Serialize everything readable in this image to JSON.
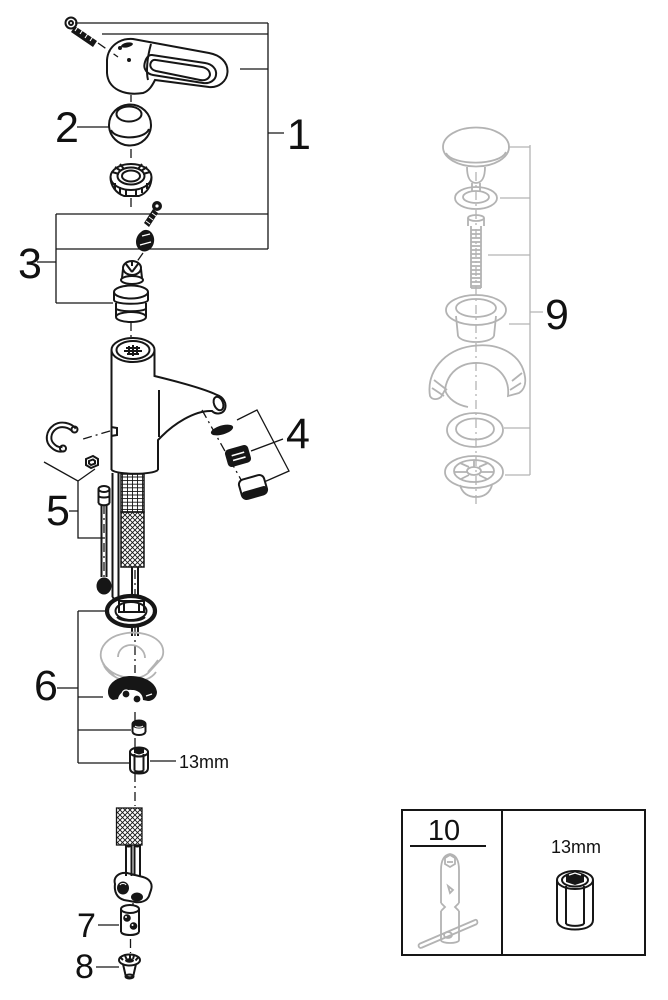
{
  "diagram": {
    "kind": "exploded-parts-diagram",
    "background": "#ffffff"
  },
  "colors": {
    "ink": "#161616",
    "reference_gray": "#b3b3b3"
  },
  "callouts": {
    "c1": "1",
    "c2": "2",
    "c3": "3",
    "c4": "4",
    "c5": "5",
    "c6": "6",
    "c7": "7",
    "c8": "8",
    "c9": "9",
    "c10": "10"
  },
  "labels": {
    "wrench_size_inline": "13mm",
    "wrench_size_box": "13mm"
  }
}
